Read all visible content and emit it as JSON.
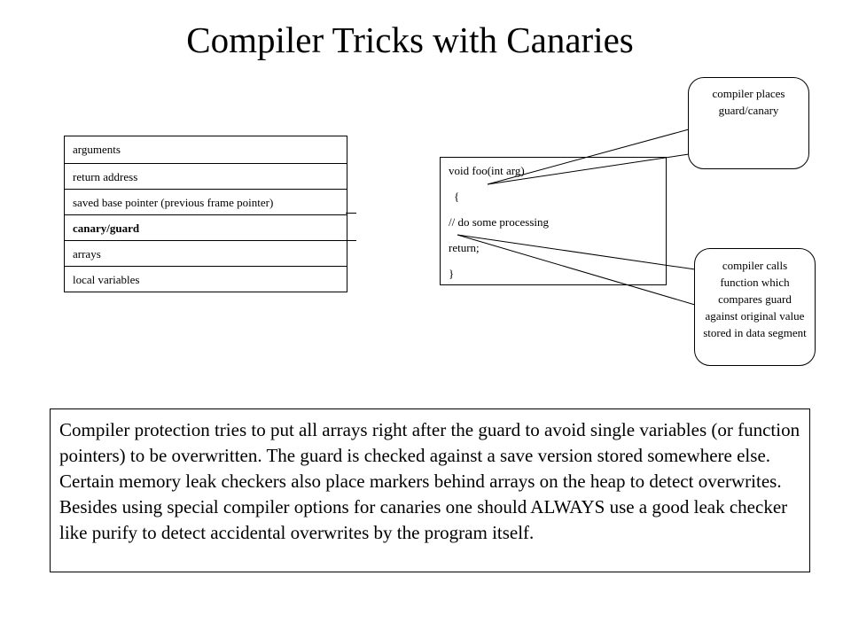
{
  "title": "Compiler Tricks with Canaries",
  "stack_rows": [
    "arguments",
    "return address",
    "saved  base pointer (previous frame pointer)",
    "canary/guard",
    "arrays",
    "local variables"
  ],
  "code_lines": [
    "void foo(int arg)",
    "{",
    "// do some processing",
    "return;",
    "}"
  ],
  "callout_top": "compiler places guard/canary",
  "callout_bottom": "compiler calls function which compares guard against original value stored in data segment",
  "explanation": "Compiler protection tries to put all arrays right after the guard to avoid single variables (or function pointers) to be overwritten. The guard is checked against a save version stored somewhere else. Certain memory leak checkers also place markers behind arrays on the heap to detect overwrites. Besides using special compiler options for canaries one should ALWAYS use a good leak checker like purify to detect accidental overwrites by the program itself."
}
